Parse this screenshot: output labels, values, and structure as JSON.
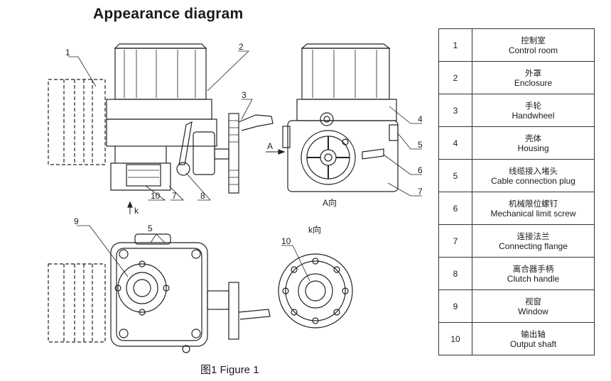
{
  "title": "Appearance diagram",
  "caption": "图1 Figure 1",
  "views": {
    "view_a_label": "A向",
    "view_k_label": "k向",
    "arrow_a": "A",
    "arrow_k": "k"
  },
  "callouts": [
    "1",
    "2",
    "3",
    "4",
    "5",
    "6",
    "7",
    "8",
    "9",
    "10",
    "10",
    "7",
    "5"
  ],
  "parts": [
    {
      "num": "1",
      "zh": "控制室",
      "en": "Control room"
    },
    {
      "num": "2",
      "zh": "外罩",
      "en": "Enclosure"
    },
    {
      "num": "3",
      "zh": "手轮",
      "en": "Handwheel"
    },
    {
      "num": "4",
      "zh": "壳体",
      "en": "Housing"
    },
    {
      "num": "5",
      "zh": "线缆接入堵头",
      "en": "Cable connection plug"
    },
    {
      "num": "6",
      "zh": "机械限位螺钉",
      "en": "Mechanical limit screw"
    },
    {
      "num": "7",
      "zh": "连接法兰",
      "en": "Connecting flange"
    },
    {
      "num": "8",
      "zh": "离合器手柄",
      "en": "Clutch handle"
    },
    {
      "num": "9",
      "zh": "视窗",
      "en": "Window"
    },
    {
      "num": "10",
      "zh": "输出轴",
      "en": "Output shaft"
    }
  ]
}
